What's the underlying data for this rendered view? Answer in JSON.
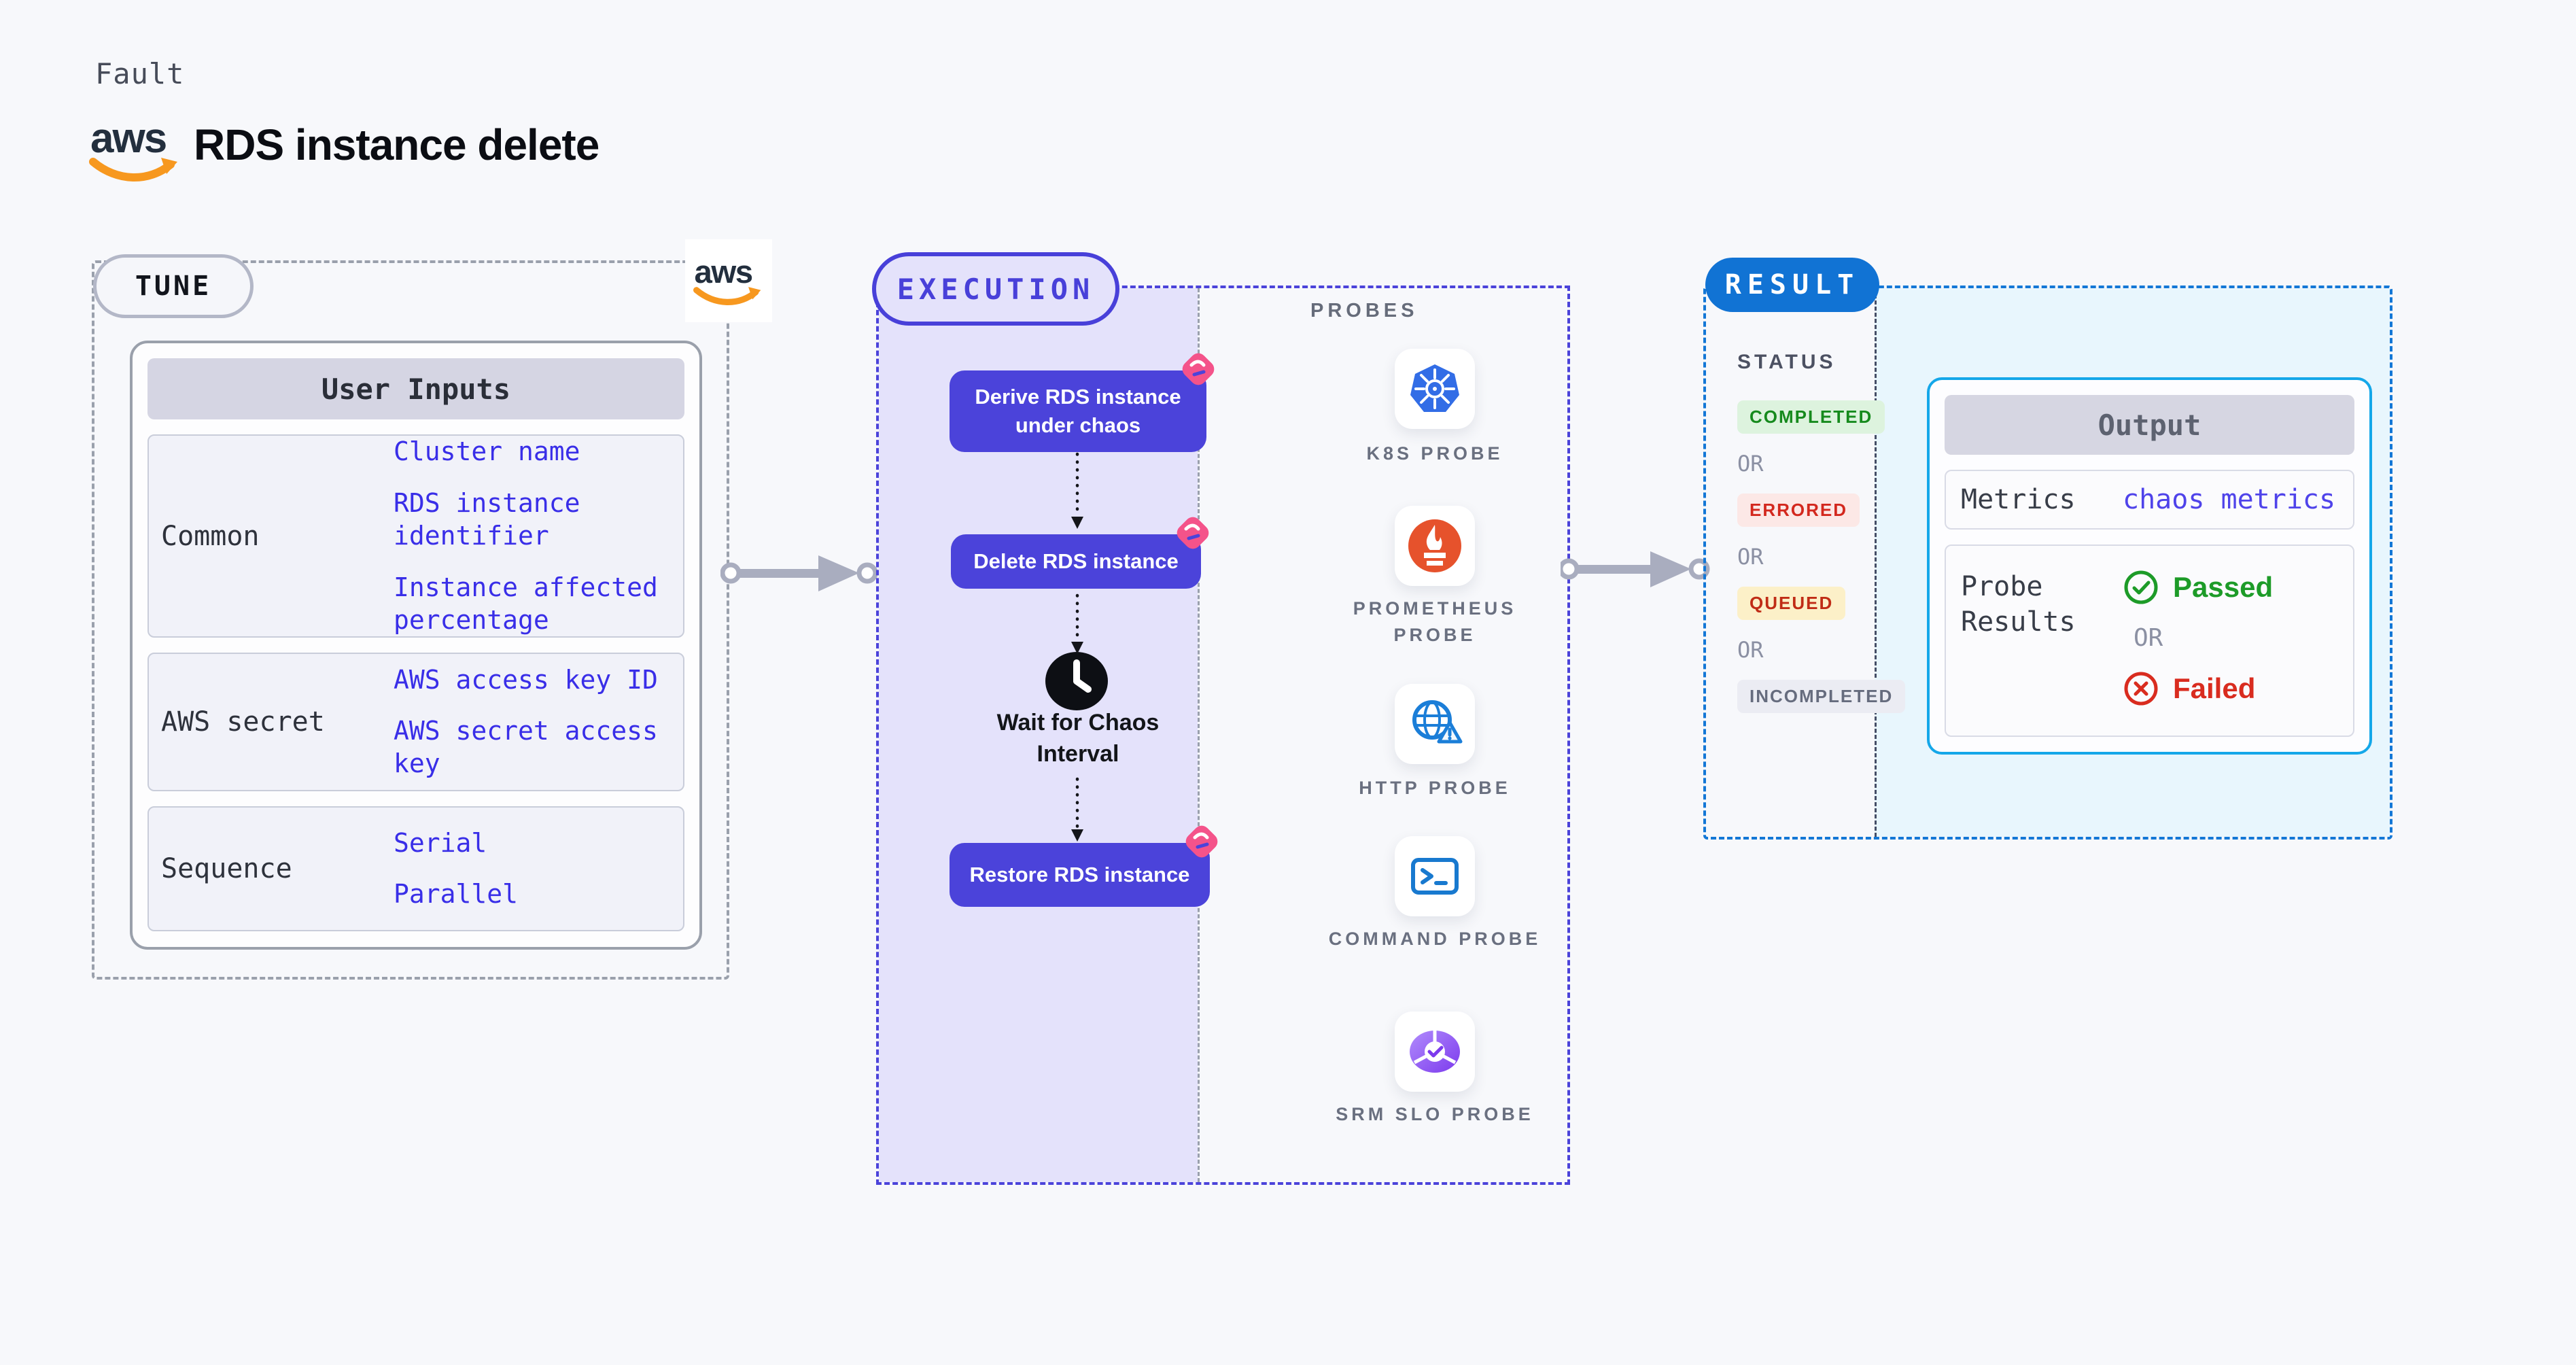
{
  "page": {
    "kind_label": "Fault",
    "title": "RDS instance delete",
    "aws_wordmark": "aws"
  },
  "tune": {
    "badge_label": "TUNE",
    "user_inputs": {
      "header": "User Inputs",
      "rows": [
        {
          "label": "Common",
          "links": [
            "Cluster name",
            "RDS instance identifier",
            "Instance affected percentage"
          ]
        },
        {
          "label": "AWS secret",
          "links": [
            "AWS access key ID",
            "AWS secret access key"
          ]
        },
        {
          "label": "Sequence",
          "links": [
            "Serial",
            "Parallel"
          ]
        }
      ]
    }
  },
  "execution": {
    "badge_label": "EXECUTION",
    "steps": [
      "Derive RDS instance under chaos",
      "Delete RDS instance",
      "Restore RDS instance"
    ],
    "wait_label": "Wait for Chaos Interval"
  },
  "probes": {
    "header": "PROBES",
    "items": [
      {
        "label": "K8S PROBE",
        "icon": "kubernetes-icon"
      },
      {
        "label": "PROMETHEUS PROBE",
        "icon": "prometheus-icon"
      },
      {
        "label": "HTTP PROBE",
        "icon": "globe-alert-icon"
      },
      {
        "label": "COMMAND PROBE",
        "icon": "terminal-icon"
      },
      {
        "label": "SRM SLO PROBE",
        "icon": "slo-check-icon"
      }
    ]
  },
  "result": {
    "badge_label": "RESULT",
    "status_header": "STATUS",
    "or_label": "OR",
    "statuses": [
      {
        "label": "COMPLETED",
        "bg": "#ddf3de",
        "color": "#168a1d"
      },
      {
        "label": "ERRORED",
        "bg": "#fce8e6",
        "color": "#d3281e"
      },
      {
        "label": "QUEUED",
        "bg": "#fcf0c8",
        "color": "#c02c16"
      },
      {
        "label": "INCOMPLETED",
        "bg": "#ebecf3",
        "color": "#666c7e"
      }
    ],
    "output": {
      "header": "Output",
      "metrics_label": "Metrics",
      "metrics_value": "chaos metrics",
      "probe_results_label": "Probe Results",
      "or_label": "OR",
      "passed_label": "Passed",
      "failed_label": "Failed"
    }
  },
  "colors": {
    "page_bg": "#f7f8fb",
    "node_indigo": "#4b43da",
    "execution_lavender": "#e4e2fb",
    "execution_dash": "#4840d9",
    "link_blue": "#392ee8",
    "result_dash_blue": "#1377d6",
    "result_badge_blue": "#1173d4",
    "output_border_cyan": "#14a7e9",
    "result_bg_cyan": "#e8f6fd",
    "passed_green": "#1d9b28",
    "failed_red": "#d92c1f",
    "arrow_grey": "#a9adbf",
    "aws_orange": "#f7981f",
    "tag_pink": "#f4538a",
    "kubernetes_blue": "#326de6",
    "prometheus_orange": "#e6522c",
    "probe_icon_blue": "#1b7ed8",
    "slo_purple": "#7c3aed"
  }
}
